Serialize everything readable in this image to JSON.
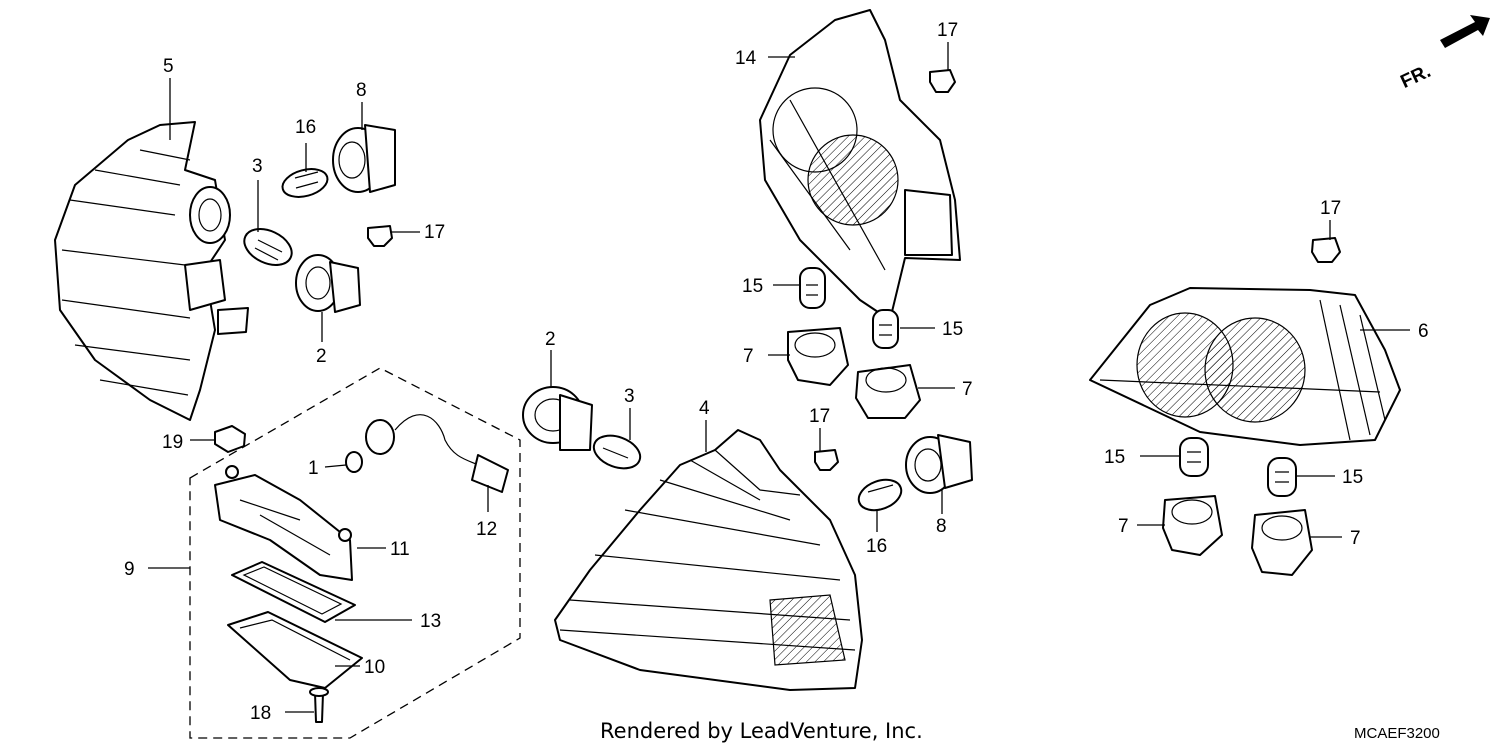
{
  "direction_label": "FR.",
  "footer_text": "Rendered by LeadVenture, Inc.",
  "diagram_code": "MCAEF3200",
  "callouts": {
    "c1": "1",
    "c2a": "2",
    "c2b": "2",
    "c3a": "3",
    "c3b": "3",
    "c4": "4",
    "c5": "5",
    "c6": "6",
    "c7a": "7",
    "c7b": "7",
    "c7c": "7",
    "c7d": "7",
    "c8a": "8",
    "c8b": "8",
    "c9": "9",
    "c10": "10",
    "c11": "11",
    "c12": "12",
    "c13": "13",
    "c14": "14",
    "c15a": "15",
    "c15b": "15",
    "c15c": "15",
    "c15d": "15",
    "c16a": "16",
    "c16b": "16",
    "c17a": "17",
    "c17b": "17",
    "c17c": "17",
    "c17d": "17",
    "c18": "18",
    "c19": "19"
  }
}
